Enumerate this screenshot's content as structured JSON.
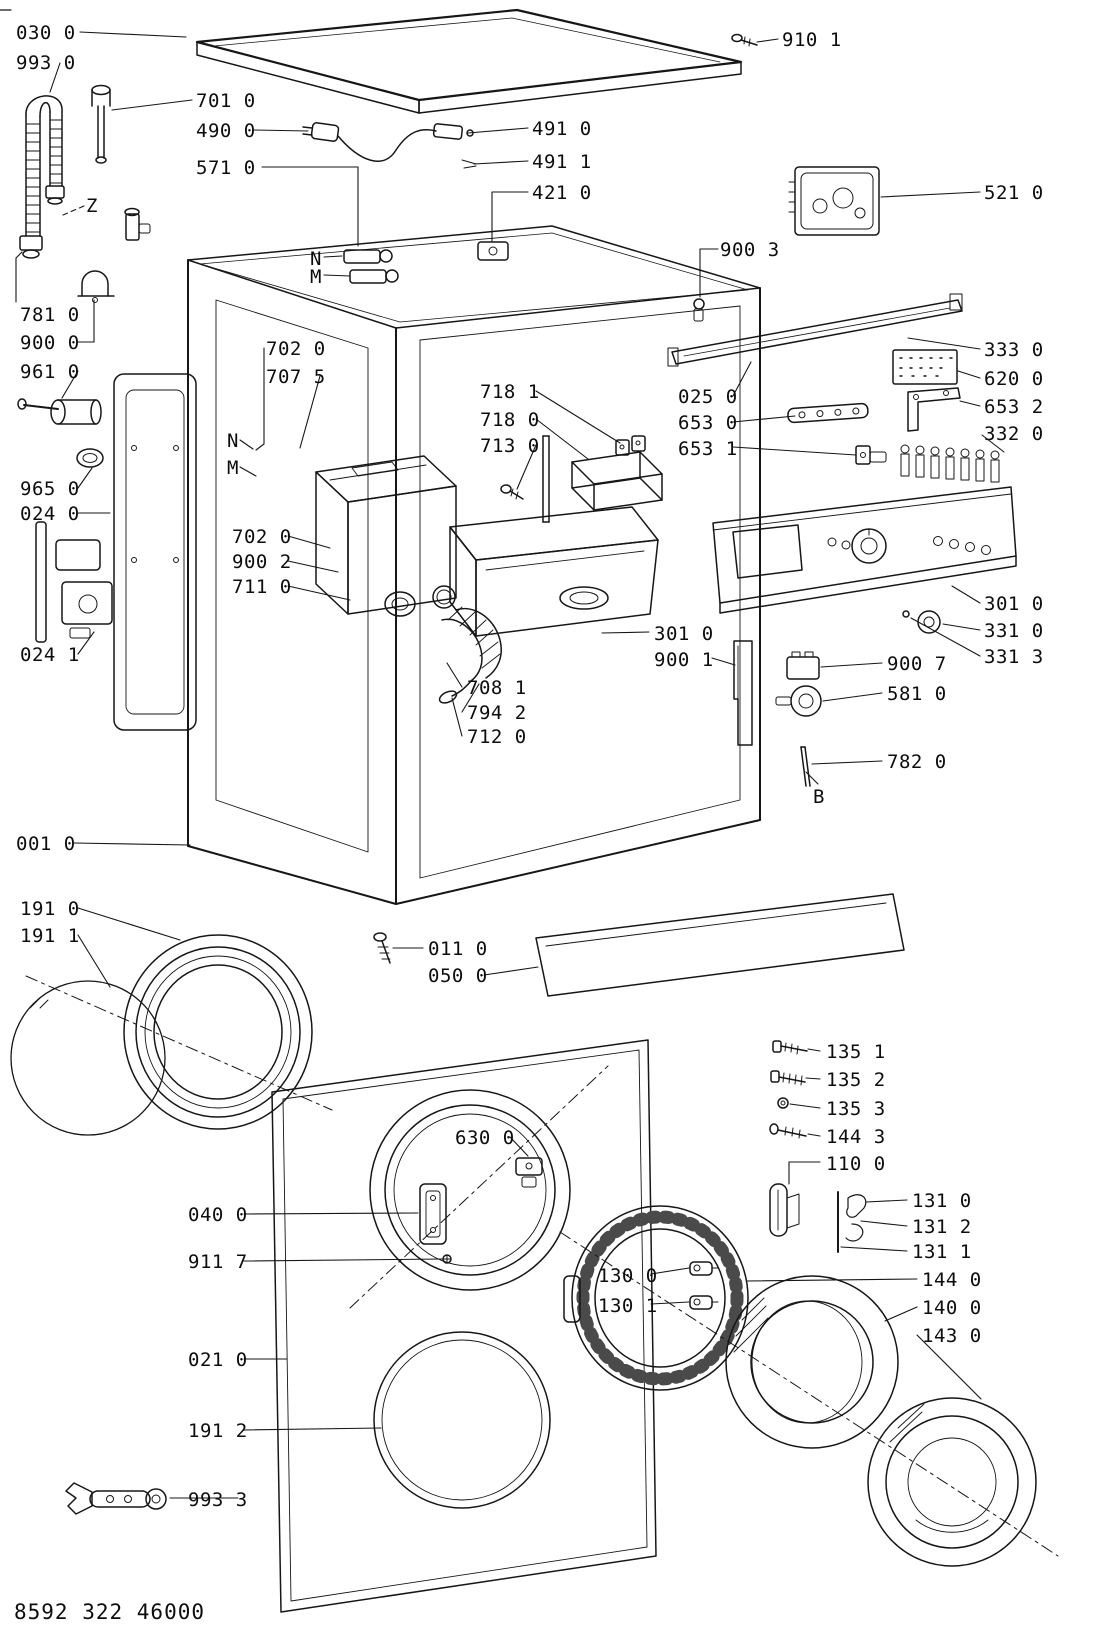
{
  "doc_number": "8592 322 46000",
  "labels": {
    "p030_0": "030 0",
    "p993_0": "993 0",
    "p701_0": "701 0",
    "p490_0": "490 0",
    "p571_0": "571 0",
    "p491_0": "491 0",
    "p491_1": "491 1",
    "p421_0": "421 0",
    "p910_1": "910 1",
    "p521_0": "521 0",
    "p900_3": "900 3",
    "z": "Z",
    "n_valve": "N",
    "m_valve": "M",
    "p781_0": "781 0",
    "p900_0": "900 0",
    "p961_0": "961 0",
    "p965_0": "965 0",
    "p024_0": "024 0",
    "p024_1": "024 1",
    "p702_0_upper": "702 0",
    "p707_5": "707 5",
    "n_mid": "N",
    "m_mid": "M",
    "p718_1": "718 1",
    "p718_0": "718 0",
    "p713_0": "713 0",
    "p025_0": "025 0",
    "p653_0": "653 0",
    "p653_1": "653 1",
    "p333_0": "333 0",
    "p620_0": "620 0",
    "p653_2": "653 2",
    "p332_0": "332 0",
    "p702_0_lower": "702 0",
    "p900_2": "900 2",
    "p711_0": "711 0",
    "p301_0_drawer": "301 0",
    "p900_1": "900 1",
    "p708_1": "708 1",
    "p794_2": "794 2",
    "p712_0": "712 0",
    "p301_0_panel": "301 0",
    "p331_0": "331 0",
    "p331_3": "331 3",
    "p900_7": "900 7",
    "p581_0": "581 0",
    "p782_0": "782 0",
    "b": "B",
    "p001_0": "001 0",
    "p191_0": "191 0",
    "p191_1": "191 1",
    "p011_0": "011 0",
    "p050_0": "050 0",
    "p135_1": "135 1",
    "p135_2": "135 2",
    "p135_3": "135 3",
    "p144_3": "144 3",
    "p110_0": "110 0",
    "p131_0": "131 0",
    "p131_2": "131 2",
    "p131_1": "131 1",
    "p630_0": "630 0",
    "p040_0": "040 0",
    "p911_7": "911 7",
    "p130_0": "130 0",
    "p130_1": "130 1",
    "p144_0": "144 0",
    "p140_0": "140 0",
    "p143_0": "143 0",
    "p021_0": "021 0",
    "p191_2": "191 2",
    "p993_3": "993 3"
  }
}
